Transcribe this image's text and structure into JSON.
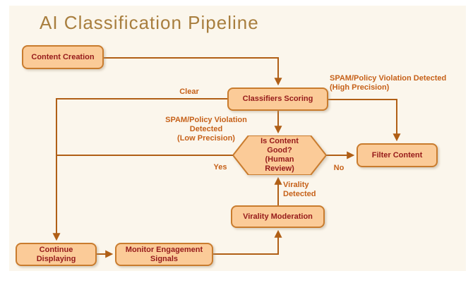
{
  "title": "AI Classification Pipeline",
  "nodes": {
    "content_creation": {
      "label": "Content Creation"
    },
    "classifiers_scoring": {
      "label": "Classifiers Scoring"
    },
    "is_content_good": {
      "label": "Is Content\nGood?\n(Human\nReview)"
    },
    "filter_content": {
      "label": "Filter Content"
    },
    "virality_moderation": {
      "label": "Virality Moderation"
    },
    "continue_displaying": {
      "label": "Continue\nDisplaying"
    },
    "monitor_engagement": {
      "label": "Monitor Engagement\nSignals"
    }
  },
  "edge_labels": {
    "clear": "Clear",
    "high_precision": "SPAM/Policy Violation Detected\n(High Precision)",
    "low_precision": "SPAM/Policy Violation\nDetected\n(Low Precision)",
    "yes": "Yes",
    "no": "No",
    "virality": "Virality\nDetected"
  },
  "colors": {
    "page": "#ffffff",
    "canvas": "#fbf6ec",
    "node_fill": "#fbcb98",
    "node_border": "#c97c2e",
    "node_text": "#961a1a",
    "edge": "#b05f16",
    "edge_label": "#c66119",
    "title": "#a87e3e"
  }
}
